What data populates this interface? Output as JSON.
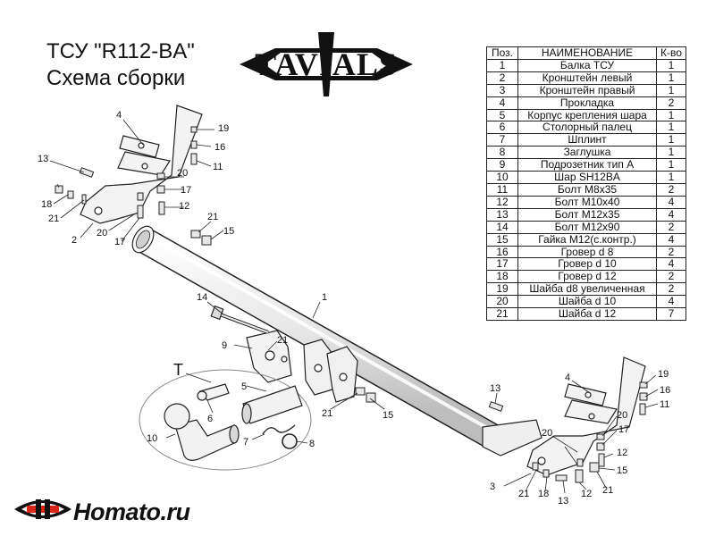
{
  "title": {
    "line1": "ТСУ  \"R112-BA\"",
    "line2": "Схема сборки"
  },
  "brand": {
    "name": "TAVIALS"
  },
  "parts_table": {
    "headers": [
      "Поз.",
      "НАИМЕНОВАНИЕ",
      "К-во"
    ],
    "rows": [
      [
        "1",
        "Балка ТСУ",
        "1"
      ],
      [
        "2",
        "Кронштейн левый",
        "1"
      ],
      [
        "3",
        "Кронштейн правый",
        "1"
      ],
      [
        "4",
        "Прокладка",
        "2"
      ],
      [
        "5",
        "Корпус крепления шара",
        "1"
      ],
      [
        "6",
        "Столорный палец",
        "1"
      ],
      [
        "7",
        "Шплинт",
        "1"
      ],
      [
        "8",
        "Заглушка",
        "1"
      ],
      [
        "9",
        "Подрозетник тип А",
        "1"
      ],
      [
        "10",
        "Шар SH12BA",
        "1"
      ],
      [
        "11",
        "Болт М8х35",
        "2"
      ],
      [
        "12",
        "Болт М10х40",
        "4"
      ],
      [
        "13",
        "Болт М12х35",
        "4"
      ],
      [
        "14",
        "Болт М12х90",
        "2"
      ],
      [
        "15",
        "Гайка М12(с.контр.)",
        "4"
      ],
      [
        "16",
        "Гровер d 8",
        "2"
      ],
      [
        "17",
        "Гровер d 10",
        "4"
      ],
      [
        "18",
        "Гровер d 12",
        "2"
      ],
      [
        "19",
        "Шайба d8 увеличенная",
        "2"
      ],
      [
        "20",
        "Шайба d 10",
        "4"
      ],
      [
        "21",
        "Шайба d 12",
        "7"
      ]
    ]
  },
  "drawing": {
    "kit_label": "T",
    "callouts": {
      "l1": "1",
      "l2": "2",
      "l3": "3",
      "l4a": "4",
      "l4b": "4",
      "l5": "5",
      "l6": "6",
      "l7": "7",
      "l8": "8",
      "l9": "9",
      "l10": "10",
      "l11a": "11",
      "l11b": "11",
      "l12a": "12",
      "l12b": "12",
      "l12c": "12",
      "l13a": "13",
      "l13b": "13",
      "l13c": "13",
      "l14": "14",
      "l15a": "15",
      "l15b": "15",
      "l15c": "15",
      "l16a": "16",
      "l16b": "16",
      "l17a": "17",
      "l17b": "17",
      "l17c": "17",
      "l18a": "18",
      "l18b": "18",
      "l19a": "19",
      "l19b": "19",
      "l20a": "20",
      "l20b": "20",
      "l20c": "20",
      "l20d": "20",
      "l21a": "21",
      "l21b": "21",
      "l21c": "21",
      "l21d": "21",
      "l21e": "21",
      "l21f": "21"
    }
  },
  "footer": {
    "site": "Homato.ru"
  },
  "colors": {
    "line": "#222222",
    "part_fill": "#f2f2f2",
    "accent_red": "#d9261c"
  }
}
